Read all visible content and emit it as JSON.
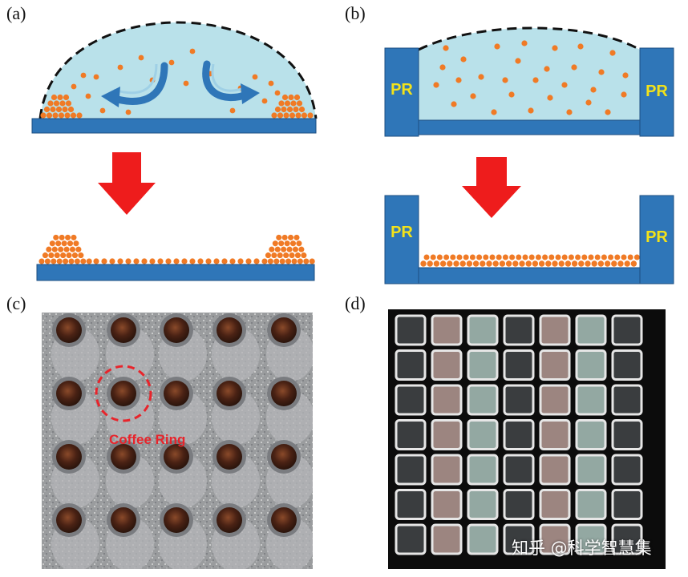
{
  "panels": {
    "a": {
      "label": "(a)"
    },
    "b": {
      "label": "(b)",
      "pr_left": "PR",
      "pr_right": "PR",
      "pr_left_lower": "PR",
      "pr_right_lower": "PR"
    },
    "c": {
      "label": "(c)",
      "annotation": "Coffee Ring"
    },
    "d": {
      "label": "(d)"
    }
  },
  "watermark": "知乎 @科学智慧集",
  "colors": {
    "substrate": "#2f76b8",
    "droplet": "#b9e1ea",
    "particle": "#f07a25",
    "arrow": "#ee1c1c",
    "pr_text": "#f2e21a",
    "annotation": "#e8242b"
  },
  "grid_d": {
    "columns": [
      "dark",
      "rose",
      "green",
      "dark",
      "rose",
      "green",
      "dark"
    ],
    "rows": 7
  }
}
